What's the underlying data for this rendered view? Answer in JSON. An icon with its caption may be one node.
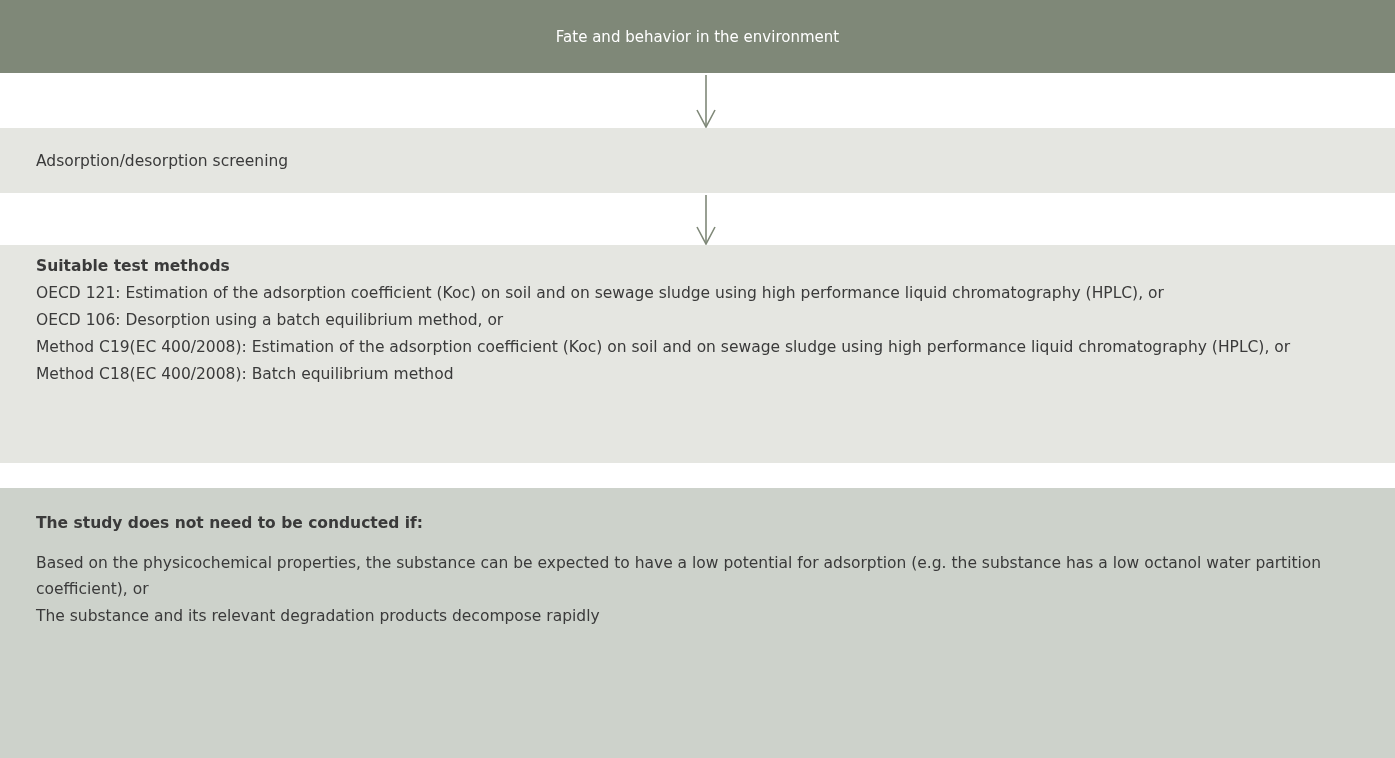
{
  "diagram": {
    "nodes": [
      {
        "text": [
          "Fate and behavior in the environment"
        ]
      },
      {
        "text": [
          "Adsorption/desorption screening"
        ]
      },
      {
        "text": [
          "Suitable test methods",
          "OECD 121: Estimation of the adsorption coefficient (Koc) on soil and on sewage sludge using high performance liquid chromatography (HPLC), or",
          "OECD 106: Desorption using a batch equilibrium method, or",
          "Method C19(EC 400/2008): Estimation of the adsorption coefficient (Koc) on soil and on sewage sludge using high performance liquid chromatography (HPLC), or",
          "Method C18(EC 400/2008): Batch equilibrium method"
        ]
      },
      {
        "text": [
          "The study does not need to be conducted if:",
          "Based on the physicochemical properties, the substance can be expected to have a low potential for adsorption (e.g. the substance has a low octanol water partition coefficient), or",
          "The substance and its relevant degradation products decompose rapidly"
        ]
      }
    ],
    "edges": [
      {
        "from": 0,
        "to": 1,
        "arrow": "to"
      },
      {
        "from": 1,
        "to": 2,
        "arrow": "to"
      }
    ]
  }
}
